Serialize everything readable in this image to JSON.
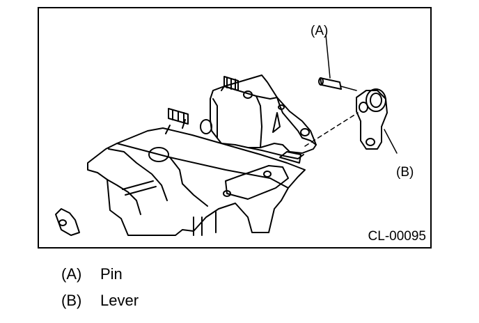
{
  "figure": {
    "callouts": [
      {
        "id": "a",
        "text": "(A)"
      },
      {
        "id": "b",
        "text": "(B)"
      }
    ],
    "code": "CL-00095"
  },
  "legend": [
    {
      "key": "(A)",
      "label": "Pin"
    },
    {
      "key": "(B)",
      "label": "Lever"
    }
  ]
}
